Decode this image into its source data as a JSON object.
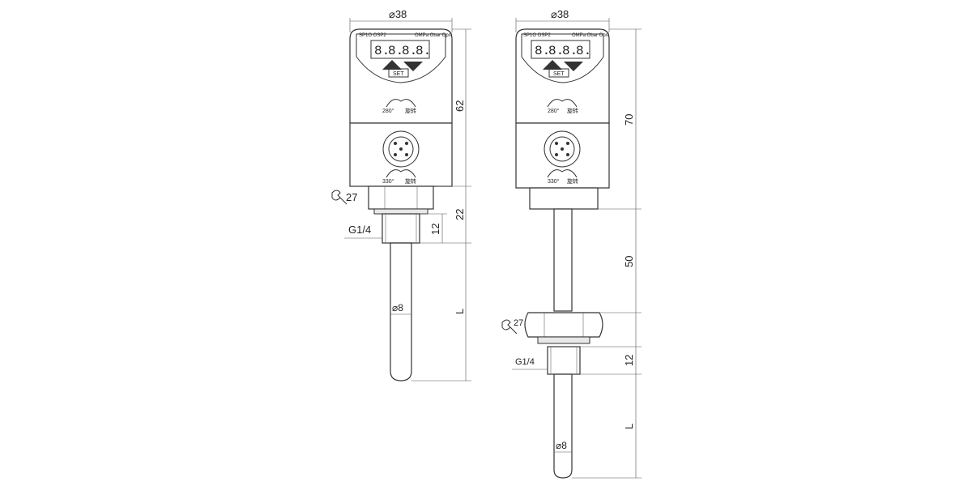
{
  "left": {
    "diameter_label": "⌀38",
    "indicator_labels": "SP1O  OSP2",
    "unit_labels": "OMPa Obar Opsi",
    "digits": [
      "8.",
      "8.",
      "8.",
      "8."
    ],
    "set_label": "SET",
    "rotation_top": "280°",
    "rotation_top_word": "旋转",
    "rotation_bottom": "330°",
    "rotation_bottom_word": "旋转",
    "wrench_size": "27",
    "thread_label": "G1/4",
    "tube_diameter": "⌀8",
    "dim_62": "62",
    "dim_22": "22",
    "dim_12": "12",
    "dim_L": "L"
  },
  "right": {
    "diameter_label": "⌀38",
    "indicator_labels": "SP1O  OSP2",
    "unit_labels": "OMPa Obar Opsi",
    "digits": [
      "8.",
      "8.",
      "8.",
      "8."
    ],
    "set_label": "SET",
    "rotation_top": "280°",
    "rotation_top_word": "旋转",
    "rotation_bottom": "330°",
    "rotation_bottom_word": "旋转",
    "wrench_size": "27",
    "thread_label": "G1/4",
    "tube_diameter": "⌀8",
    "dim_70": "70",
    "dim_50": "50",
    "dim_12": "12",
    "dim_L": "L"
  }
}
